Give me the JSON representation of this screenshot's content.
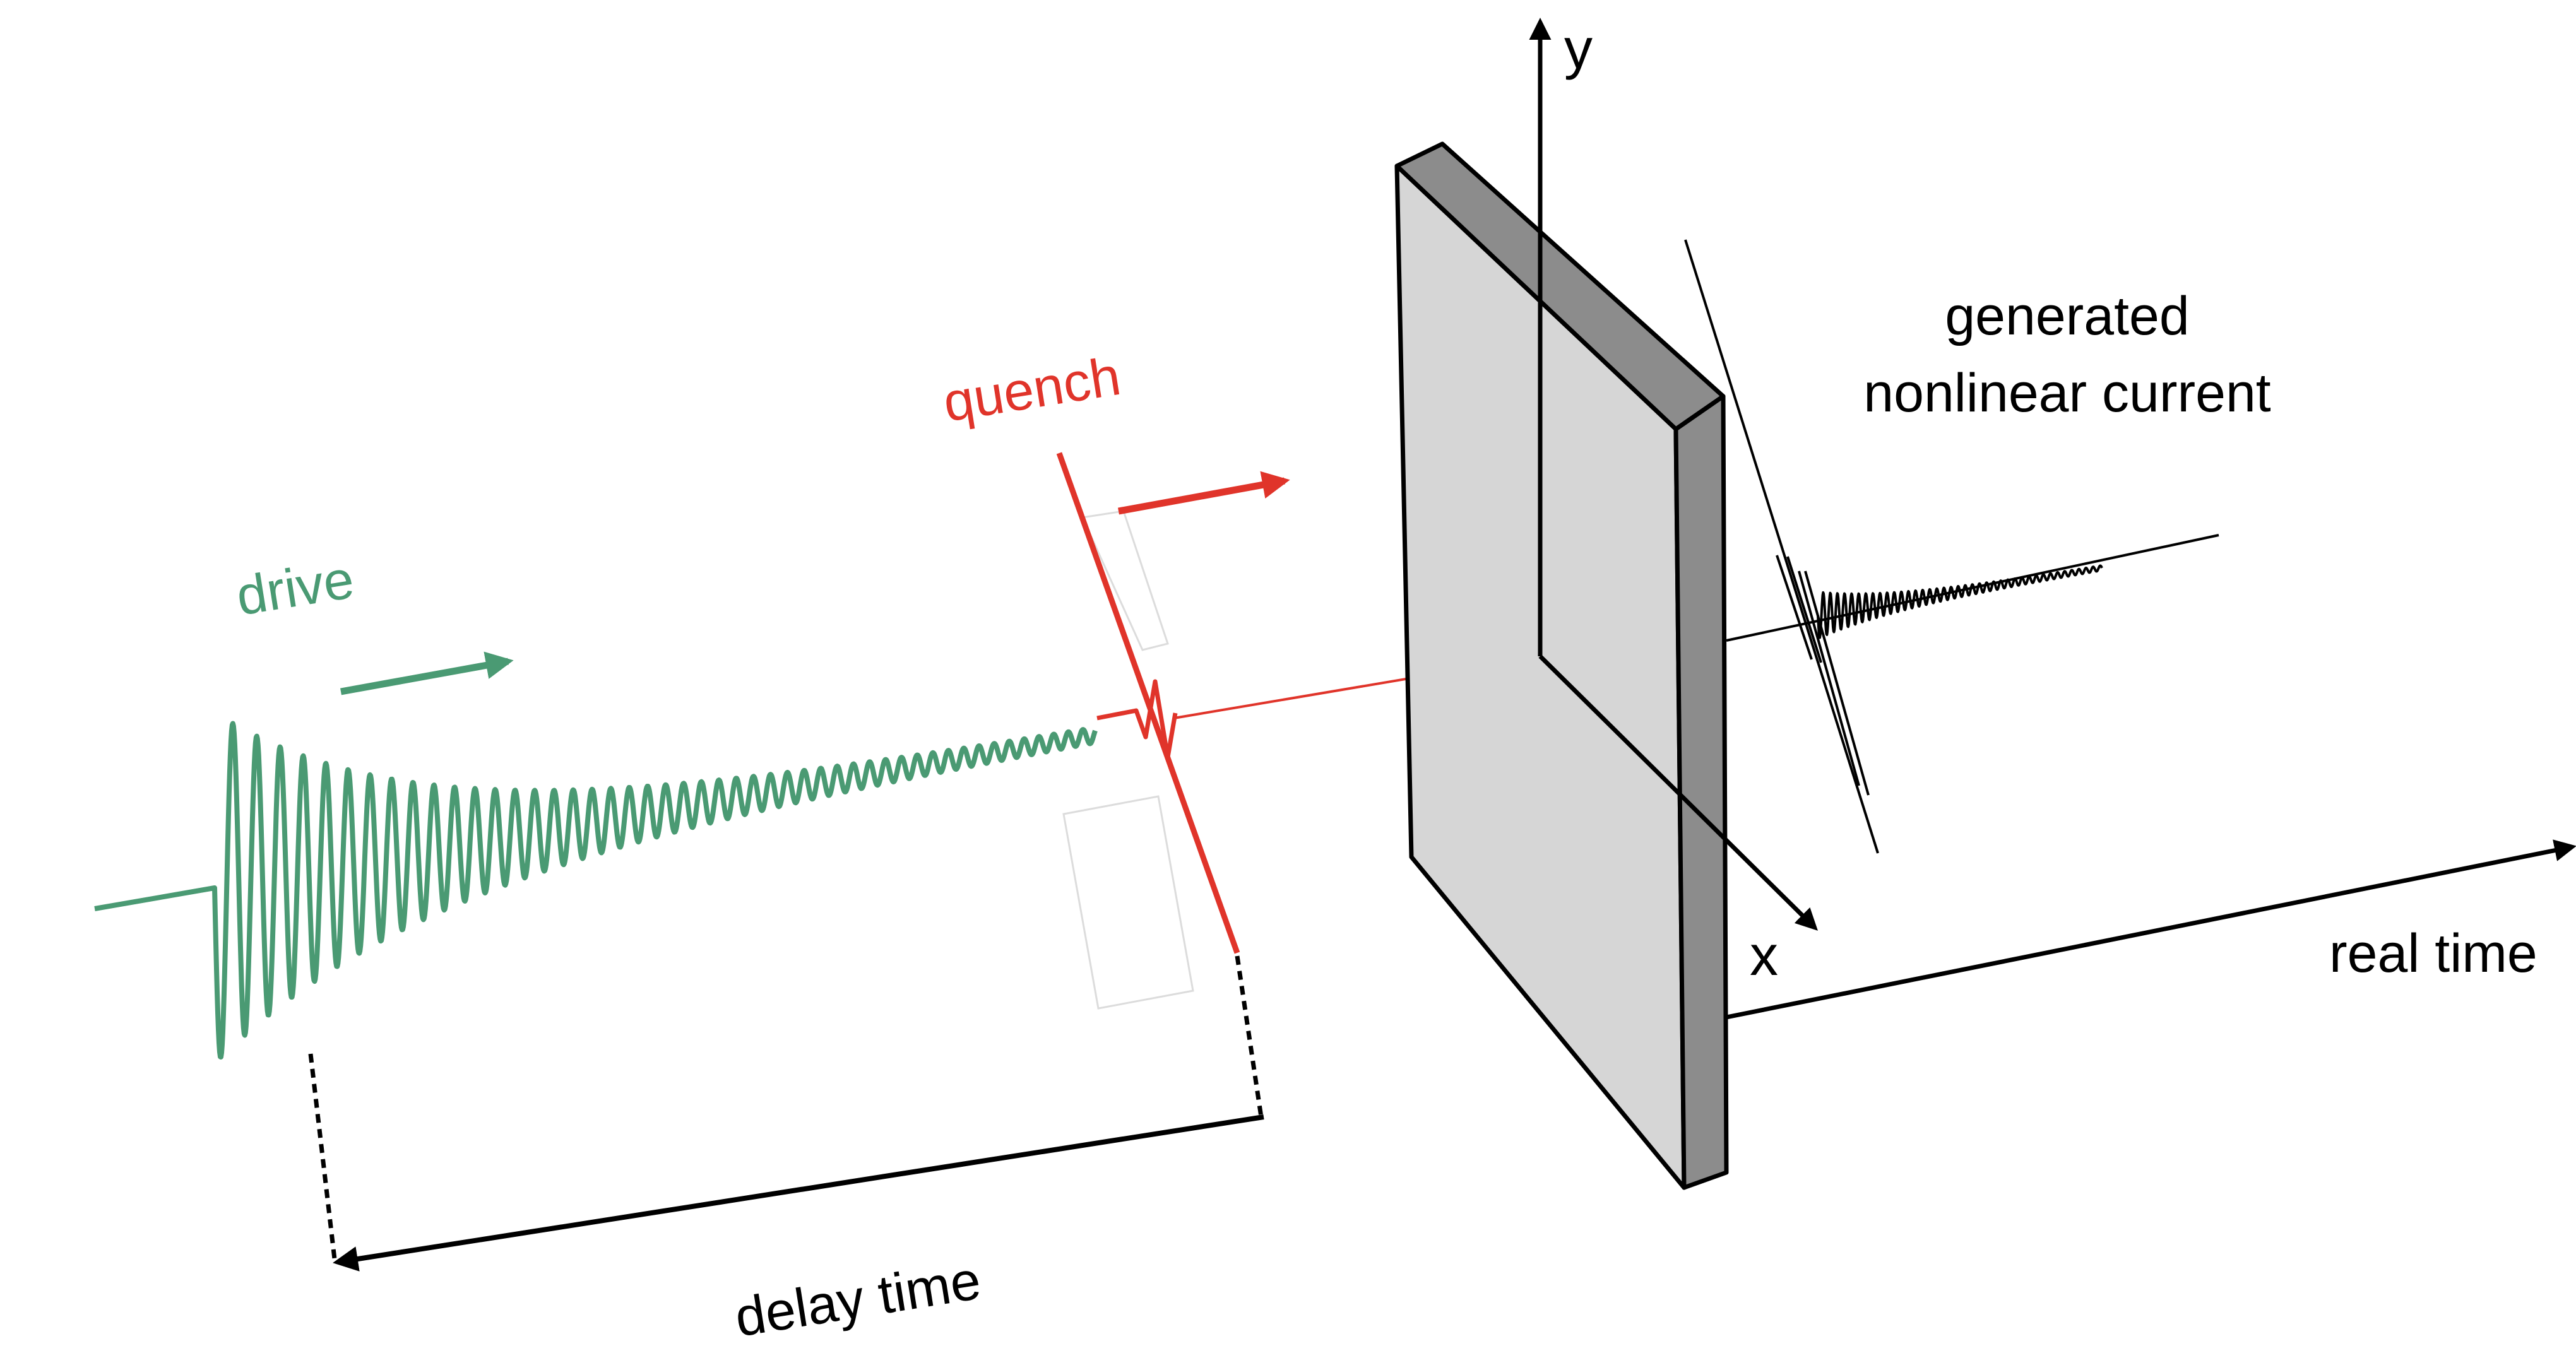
{
  "labels": {
    "drive": "drive",
    "quench": "quench",
    "generated_line1": "generated",
    "generated_line2": "nonlinear current",
    "axis_y": "y",
    "axis_x": "x",
    "real_time": "real time",
    "delay_time": "delay time"
  },
  "colors": {
    "drive": "#4a9a73",
    "quench": "#e0342a",
    "slab_face": "#d6d6d6",
    "slab_edge": "#8c8c8c",
    "ink": "#000000"
  },
  "icons": {
    "drive_arrow": "arrow-right-icon",
    "quench_arrow": "arrow-right-icon"
  }
}
